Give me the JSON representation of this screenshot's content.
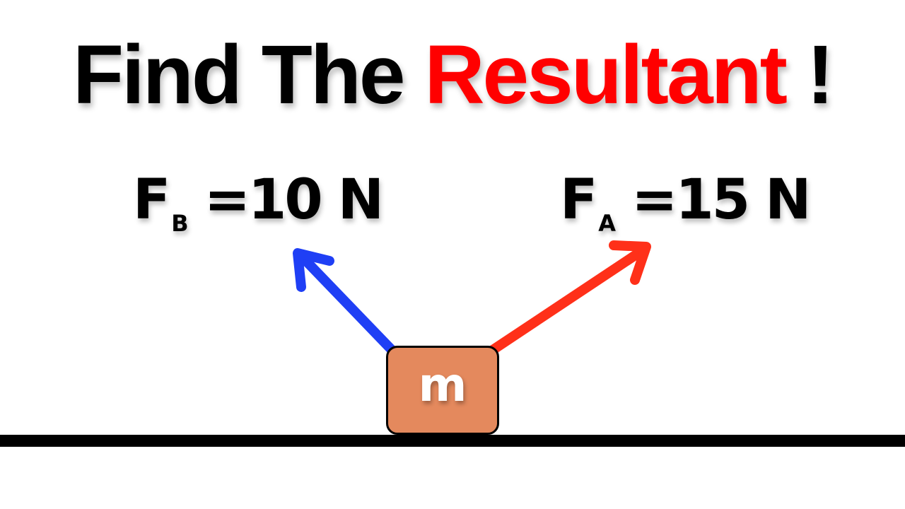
{
  "title": {
    "part1": "Find The",
    "part2": "Resultant",
    "part3": "!"
  },
  "forces": {
    "fb": {
      "symbol": "F",
      "subscript": "B",
      "equals": "=",
      "value": "10 N",
      "color": "#1f3ff5"
    },
    "fa": {
      "symbol": "F",
      "subscript": "A",
      "equals": "=",
      "value": "15 N",
      "color": "#ff3019"
    }
  },
  "block": {
    "label": "m",
    "color": "#e4895d"
  },
  "colors": {
    "title_black": "#000000",
    "title_red": "#ff0000",
    "ground": "#000000"
  }
}
